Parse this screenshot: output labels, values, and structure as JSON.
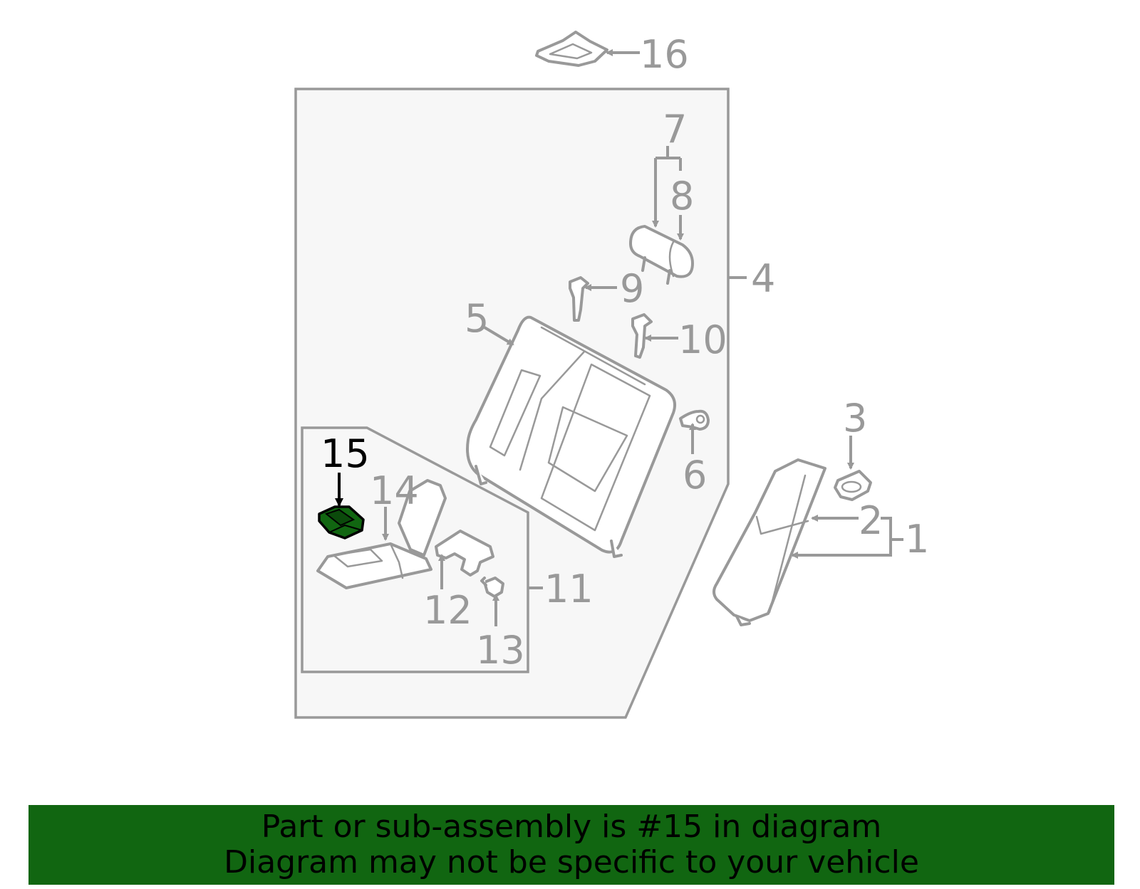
{
  "colors": {
    "line": "#999999",
    "box_fill": "#f7f7f7",
    "highlight_part": "#116611",
    "banner_bg": "#116611",
    "highlight_text": "#000000"
  },
  "diagram": {
    "highlighted_callout": "15",
    "callouts": {
      "c1": "1",
      "c2": "2",
      "c3": "3",
      "c4": "4",
      "c5": "5",
      "c6": "6",
      "c7": "7",
      "c8": "8",
      "c9": "9",
      "c10": "10",
      "c11": "11",
      "c12": "12",
      "c13": "13",
      "c14": "14",
      "c15": "15",
      "c16": "16"
    }
  },
  "banner": {
    "line1": "Part or sub-assembly is #15 in diagram",
    "line2": "Diagram may not be specific to your vehicle"
  }
}
